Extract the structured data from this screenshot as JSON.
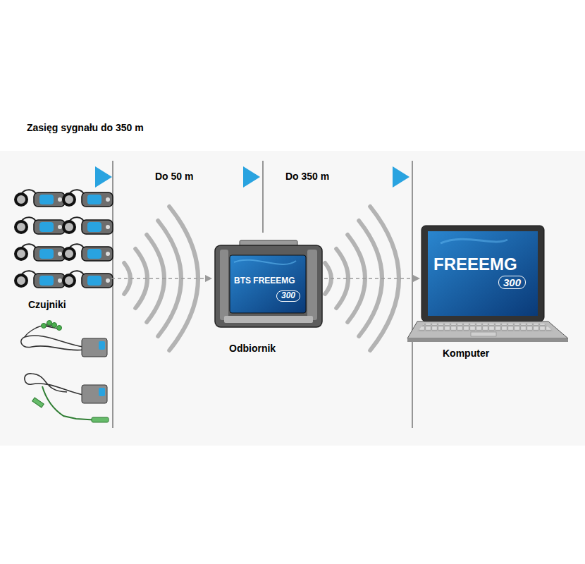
{
  "diagram": {
    "title": "Zasięg sygnału do 350 m",
    "nodes": [
      {
        "text": [
          "Czujniki"
        ]
      },
      {
        "text": [
          "BTS FREEEMG",
          "300",
          "Odbiornik"
        ]
      },
      {
        "text": [
          "FREEEMG",
          "300",
          "Komputer"
        ]
      }
    ],
    "edges": [
      {
        "from": 0,
        "to": 1,
        "arrow": "to",
        "label": "Do 50 m"
      },
      {
        "from": 1,
        "to": 2,
        "arrow": "to",
        "label": "Do 350 m"
      }
    ]
  }
}
